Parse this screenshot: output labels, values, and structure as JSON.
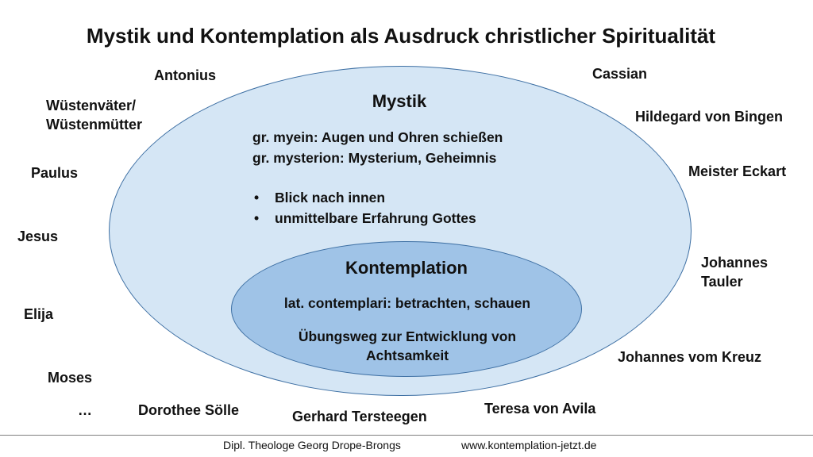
{
  "title": "Mystik und Kontemplation als Ausdruck christlicher Spiritualität",
  "mystik": {
    "heading": "Mystik",
    "etymology": [
      "gr. myein: Augen und Ohren schießen",
      "gr. mysterion: Mysterium, Geheimnis"
    ],
    "bullets": [
      "Blick nach innen",
      "unmittelbare Erfahrung Gottes"
    ],
    "bullet_symbol": "•"
  },
  "kontemplation": {
    "heading": "Kontemplation",
    "lines": [
      "lat. contemplari: betrachten, schauen",
      "Übungsweg zur Entwicklung von",
      "Achtsamkeit"
    ]
  },
  "names": {
    "antonius": "Antonius",
    "cassian": "Cassian",
    "wuestenvaeter": "Wüstenväter/\nWüstenmütter",
    "hildegard": "Hildegard von Bingen",
    "paulus": "Paulus",
    "eckart": "Meister Eckart",
    "jesus": "Jesus",
    "tauler": "Johannes\nTauler",
    "elija": "Elija",
    "kreuz": "Johannes vom Kreuz",
    "moses": "Moses",
    "ellipsis": "…",
    "soelle": "Dorothee Sölle",
    "tersteegen": "Gerhard Tersteegen",
    "teresa": "Teresa von Avila"
  },
  "footer": {
    "author": "Dipl. Theologe Georg Drope-Brongs",
    "website": "www.kontemplation-jetzt.de"
  },
  "colors": {
    "outer_fill": "#d5e6f5",
    "inner_fill": "#9fc3e7",
    "border": "#3d6fa3",
    "text": "#111111"
  }
}
